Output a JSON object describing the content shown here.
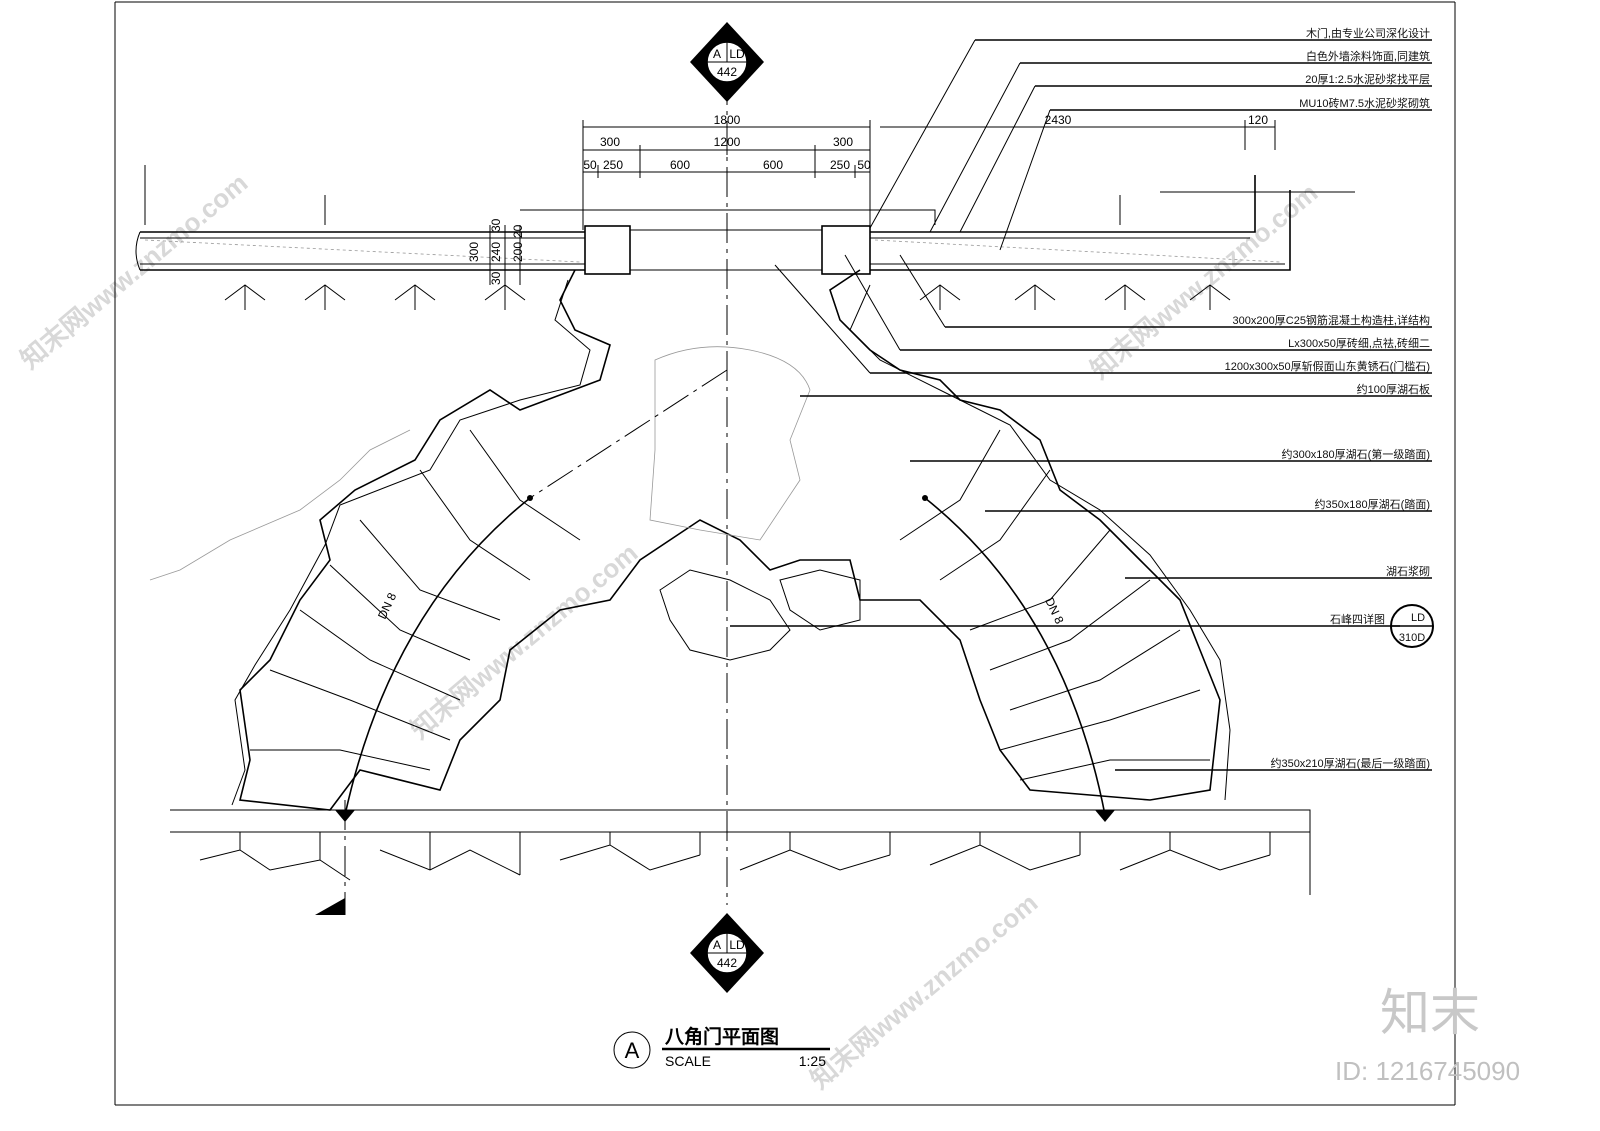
{
  "drawing": {
    "title": "八角门平面图",
    "scale_label": "SCALE",
    "scale_value": "1:25",
    "view_marker": "A"
  },
  "section_markers": [
    {
      "letter": "A",
      "sheet": "LD",
      "number": "442"
    },
    {
      "letter": "A",
      "sheet": "LD",
      "number": "442"
    }
  ],
  "detail_marker": {
    "sheet": "LD",
    "number": "310D"
  },
  "dimensions": {
    "top": [
      "1800"
    ],
    "second": [
      "300",
      "1200",
      "300"
    ],
    "third": [
      "50",
      "250",
      "600",
      "600",
      "250",
      "50"
    ],
    "right": [
      "2430",
      "120"
    ],
    "wall_vertical": [
      "300",
      "240",
      "30",
      "200",
      "20",
      "30"
    ]
  },
  "arc_labels": [
    "DN 8",
    "DN 8"
  ],
  "annotations": [
    "木门,由专业公司深化设计",
    "白色外墙涂料饰面,同建筑",
    "20厚1:2.5水泥砂浆找平层",
    "MU10砖M7.5水泥砂浆砌筑",
    "300x200厚C25钢筋混凝土构造柱,详结构",
    "Lx300x50厚砖细,点祛,砖细二",
    "1200x300x50厚斩假面山东黄锈石(门槛石)",
    "约100厚湖石板",
    "约300x180厚湖石(第一级踏面)",
    "约350x180厚湖石(踏面)",
    "湖石浆砌",
    "石峰四详图",
    "约350x210厚湖石(最后一级踏面)"
  ],
  "watermark": {
    "logo": "知末",
    "id": "ID: 1216745090",
    "text": "知末网www.znzmo.com"
  }
}
